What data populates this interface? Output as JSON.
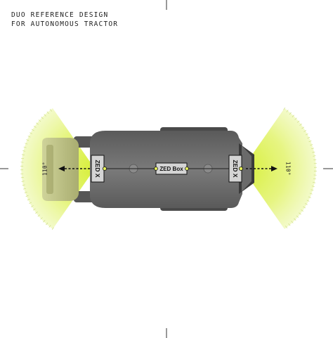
{
  "header": {
    "line1": "DUO REFERENCE DESIGN",
    "line2": "FOR AUTONOMOUS TRACTOR"
  },
  "camera_front": {
    "label": "ZED X",
    "fov": "110°"
  },
  "camera_rear": {
    "label": "ZED X",
    "fov": "110°"
  },
  "compute_box": {
    "label": "ZED Box"
  },
  "colors": {
    "fov_fill": "#dff25a",
    "body": "#6a6a6a",
    "cab": "#b9bd84",
    "label_box": "#cfcfcf"
  }
}
